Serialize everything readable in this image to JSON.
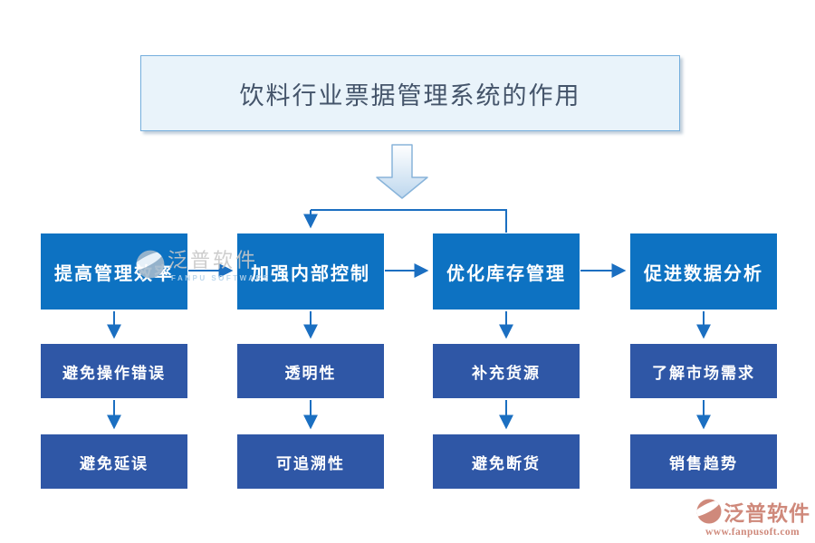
{
  "title": {
    "text": "饮料行业票据管理系统的作用"
  },
  "diagram": {
    "columns": [
      {
        "head": "提高管理效率",
        "children": [
          "避免操作错误",
          "避免延误"
        ]
      },
      {
        "head": "加强内部控制",
        "children": [
          "透明性",
          "可追溯性"
        ]
      },
      {
        "head": "优化库存管理",
        "children": [
          "补充货源",
          "避免断货"
        ]
      },
      {
        "head": "促进数据分析",
        "children": [
          "了解市场需求",
          "销售趋势"
        ]
      }
    ]
  },
  "watermark": {
    "brand": "泛普软件",
    "subtitle": "FANPU SOFTWARE"
  },
  "footer": {
    "brand": "泛普软件",
    "url": "www.fanpusoft.com"
  },
  "colors": {
    "row1_box": "#0d72c2",
    "row2_box": "#2f57a6",
    "connector": "#1b6fc1",
    "block_arrow_border": "#88b4da",
    "title_bg": "#e9f3fa",
    "title_border": "#74aedd",
    "title_text": "#44546a",
    "watermark_gray": "#c8c8c8",
    "watermark_blue": "#b4d2ea",
    "logo_coral": "#cf897b"
  }
}
